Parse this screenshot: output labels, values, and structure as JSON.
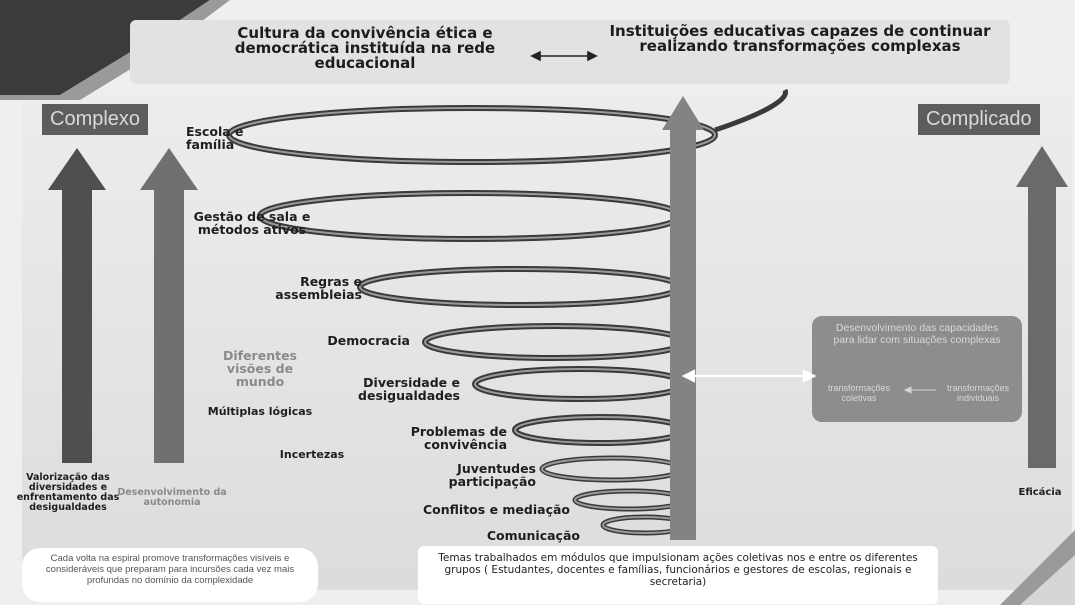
{
  "header": {
    "left_title": "Cultura da convivência ética e democrática instituída na rede educacional",
    "right_title": "Instituições educativas capazes de continuar realizando transformações complexas"
  },
  "complexo": {
    "title": "Complexo",
    "arrow1_label": "Valorização das diversidades e enfrentamento das desigualdades",
    "arrow2_label": "Desenvolvimento da autonomia"
  },
  "complicado": {
    "title": "Complicado",
    "arrow_label": "Eficácia"
  },
  "spiral_labels": [
    "Escola e família",
    "Gestão de sala e métodos ativos",
    "Regras e assembleias",
    "Democracia",
    "Diversidade e desigualdades",
    "Problemas de convivência",
    "Juventudes participação",
    "Conflitos e mediação",
    "Comunicação"
  ],
  "middle_terms": [
    "Diferentes visões de mundo",
    "Múltiplas lógicas",
    "Incertezas"
  ],
  "capacities_box": {
    "title": "Desenvolvimento das capacidades para lidar com situações complexas",
    "left": "transformações coletivas",
    "right": "transformações individuais"
  },
  "bottom_left_note": "Cada volta na espiral promove transformações visíveis e consideráveis que preparam para incursões cada vez mais profundas no domínio da complexidade",
  "bottom_center_note": "Temas trabalhados em módulos que impulsionam ações coletivas nos e entre os diferentes grupos ( Estudantes, docentes e famílias, funcionários e gestores de escolas, regionais e secretaria)",
  "colors": {
    "dark_gray": "#565656",
    "mid_gray": "#7a7a7a",
    "spiral_dark": "#3a3a3a",
    "spiral_light": "#9a9a9a",
    "axis_bar": "#838383"
  }
}
